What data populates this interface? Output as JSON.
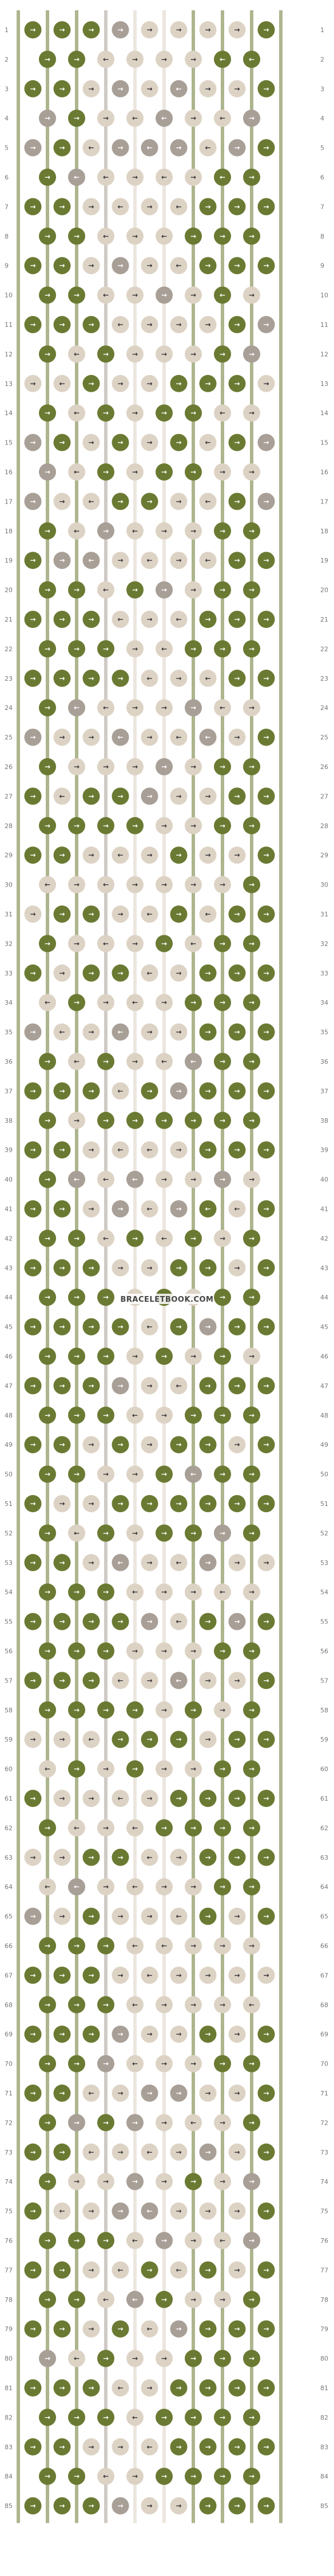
{
  "site_watermark": "BRACELETBOOK.COM",
  "colors": {
    "A": "#6b7a32",
    "B": "#a89f97",
    "C": "#ddd3c5",
    "background": "#ffffff",
    "row_number": "#777777"
  },
  "strings": [
    "A",
    "A",
    "A",
    "B",
    "C",
    "C",
    "A",
    "A",
    "A",
    "A"
  ],
  "row_count": 85,
  "legend": {
    "arrow_right": "→",
    "arrow_left": "←",
    "forward_backward": "↱",
    "backward_forward": "↰"
  },
  "rows": [
    "A>A>A>B>C>C>C>C>A>",
    "A>A>C<C>C>C>A<A<",
    "A>A>C>B>C>B<C>C>A>",
    "B>A>C>C<B<C>C<B>",
    "B>A>C<B>B<B>C<B>A>",
    "A>B<C<C>C<C>A<A>",
    "A>A>C>C<C>C<A>A>A>",
    "A>A>C<C>C<A>A>A>",
    "A>A>C>B>C>C<A>A>A>",
    "A>A>C<C>B>C>A<C>",
    "A>A>A>C<C>C>C>A>B>",
    "A>C<A>C>C>C>A>B>",
    "C>C<A>C>C>A>A>A>C>",
    "A>C<A>C>A>A>C<C>",
    "B>A>C>A>C>A>C<A>B>",
    "B>C<A>C>A>A>C>C>",
    "B>C>C<A>A>C>C<A>B>",
    "A>C<B>C<C>C>A>A>",
    "A>B>B<C>C<C>C<A>A>",
    "A>A>C<A>B>C>A>A>",
    "A>A>A>C<C>C<A>A>A>",
    "A>A>A>C>C<A>A>A>",
    "A>A>A>A>C<C>C<A>A>",
    "A>B<C<C>C>B>C<C>",
    "B>C>C>B<C>C<B<C>A>",
    "A>C>C>C>B>C>A>A>",
    "A>C<A>A>B>C>C>A>A>",
    "A>A>A>A>C>C>A>A>",
    "A>A>C>C<C>A>C>C>A>",
    "C<C>C<C>C>C>C>A>",
    "C>A>A>C>C<A>C<A>A>",
    "A>C>C<C>A>C<A>A>",
    "A>C>A>A>C<C>A>A>A>",
    "C<A>C>C<C>A>A>A>",
    "B>C<C>B<C>C>A>A>A>",
    "A>C<A>C>C<B<A>A>",
    "A>A>A>C<A>B>A>A>A>",
    "A>C>A>A>A>A>A>A>",
    "A>A>C>C<C<C>A>A>A>",
    "A>B<C<B<C>C>B>C>",
    "A>A>C>B>C<B>A<C<A>",
    "A>A>C<A>C<A>C>A>",
    "A>A>A>C>C>A>A>C>A>",
    "A>A>A>C<A>C>A>A>",
    "A>A>A>A>C<A>B>A>A>",
    "A>A>A>C>A>C>A>C>",
    "A>A>A>B>C>C<A>A>A>",
    "A>A>A>C<C>A>A>A>",
    "A>A>C>A>C>A>A>C>A>",
    "A>A>C>C>A>B<A>A>",
    "A>C>C>A>A>A>A>A>A>",
    "A>C<A>C>A>A>B>A>",
    "A>A>C>B<C>C<B>C>C>",
    "A>A>A>C<C>C>C<C>",
    "A>A>A>A>B>C<A>B>A>",
    "A>A>A>C>C>C>A>A>",
    "A>A>A>C<C>B<C>C>A>",
    "A>A>A>A>C>A>C>A>",
    "C>C>C<A>A>A>C>A>A>",
    "C<A>C>A>C>C>A>A>",
    "A>C>C>C<C>A>A>A>A>",
    "A>C<C>C<A>A>A>A>",
    "C>C>A>A>C<C>A>A>A>",
    "C<B<C>C<C>C>A>A>",
    "B>C>A>C>C>C<A>C>A>",
    "A>A>A>C<C<C>C>C>",
    "A>A>A>C>C<C>C>C>C>",
    "A>A>A>C<C>C>C>C<",
    "A>A>A>B>C>C>A>C>A>",
    "A>A>B>C<C>C>A>A>",
    "A>A>C<C>B>B>C>C>A>",
    "A>B>A>B>C>C<C>A>",
    "A>A>C<C>C<C>B>C>A>",
    "A>C>C>B>C>A>C>B>",
    "A>C<C>B>B<C>C>C>A>",
    "A>A>A>C<B>C>C<B>",
    "A>A>C>C<A>C<A>C>A>",
    "A>A>C<B<A>C>C>A>",
    "A>A>C>A>C<B>A>A>A>",
    "B>C<A>C>C>A>A>A>",
    "A>A>A>C<C>A>A>A>A>",
    "A>A>A>C<A>A>A>A>",
    "A>A>C>C>C<A>A>A>A>",
    "A>A>C<C>A>A>A>A>",
    "A>A>A>B>C>C>A>A>A>"
  ]
}
